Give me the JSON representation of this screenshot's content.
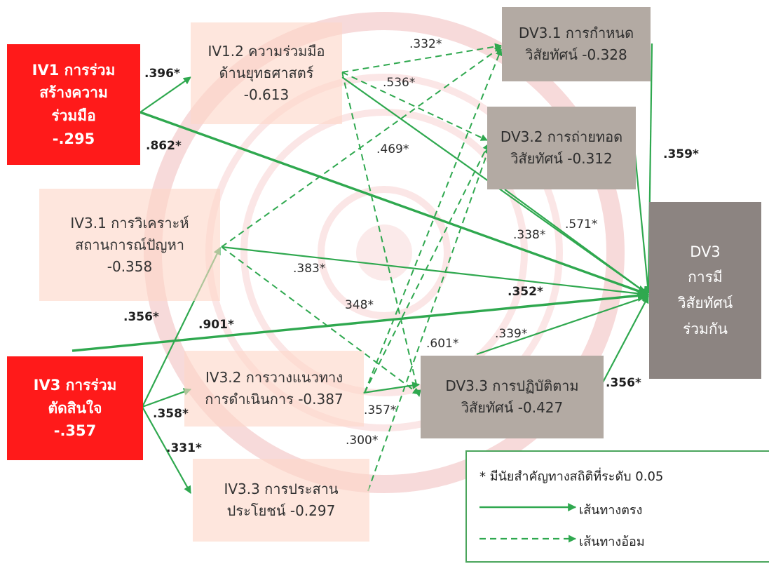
{
  "nodes": {
    "iv1": [
      "IV1 การร่วม",
      "สร้างความ",
      "ร่วมมือ",
      "-.295"
    ],
    "iv12": [
      "IV1.2 ความร่วมมือ",
      "ด้านยุทธศาสตร์",
      "-0.613"
    ],
    "dv31": [
      "DV3.1 การกำหนด",
      "วิสัยทัศน์ -0.328"
    ],
    "dv32": [
      "DV3.2 การถ่ายทอด",
      "วิสัยทัศน์ -0.312"
    ],
    "iv31": [
      "IV3.1 การวิเคราะห์",
      "สถานการณ์ปัญหา",
      "-0.358"
    ],
    "dv3": [
      "DV3",
      "การมี",
      "วิสัยทัศน์",
      "ร่วมกัน"
    ],
    "iv3": [
      "IV3 การร่วม",
      "ตัดสินใจ",
      "-.357"
    ],
    "iv32": [
      "IV3.2 การวางแนวทาง",
      "การดำเนินการ -0.387"
    ],
    "dv33": [
      "DV3.3 การปฏิบัติตาม",
      "วิสัยทัศน์ -0.427"
    ],
    "iv33": [
      "IV3.3 การประสาน",
      "ประโยชน์ -0.297"
    ]
  },
  "labels": {
    "l396": ".396*",
    "l862": ".862*",
    "l332": ".332*",
    "l536": ".536*",
    "l469": ".469*",
    "l359": ".359*",
    "l571": ".571*",
    "l338": ".338*",
    "l383": ".383*",
    "l352": ".352*",
    "l356a": ".356*",
    "l901": ".901*",
    "l348": "348*",
    "l339": ".339*",
    "l601": ".601*",
    "l358": ".358*",
    "l357": ".357*",
    "l356b": ".356*",
    "l331": ".331*",
    "l300": ".300*"
  },
  "legend": {
    "note": "* มีนัยสำคัญทางสถิติที่ระดับ 0.05",
    "direct": "เส้นทางตรง",
    "indirect": "เส้นทางอ้อม"
  },
  "colors": {
    "path": "#2fa84f",
    "iv_main": "#ff1a1a",
    "iv_sub": "#fdd6c8",
    "dv_sub": "#b3aaa3",
    "dv_main": "#8c8481"
  }
}
